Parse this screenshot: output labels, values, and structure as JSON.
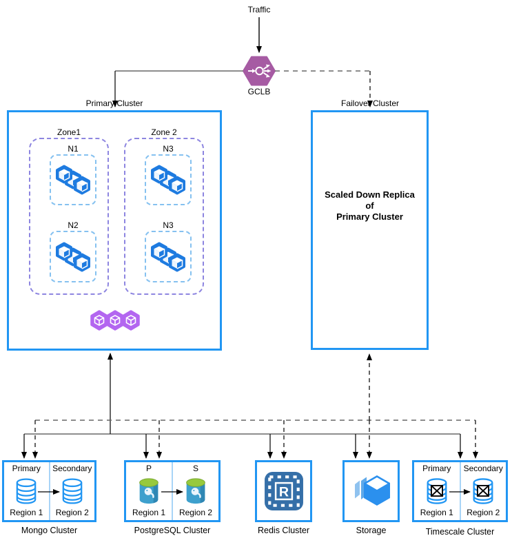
{
  "top": {
    "traffic_label": "Traffic",
    "gclb_label": "GCLB"
  },
  "primary_cluster": {
    "label": "Primary Cluster",
    "zones": [
      {
        "label": "Zone1",
        "nodes": [
          "N1",
          "N2"
        ]
      },
      {
        "label": "Zone 2",
        "nodes": [
          "N3",
          "N3"
        ]
      }
    ]
  },
  "failover_cluster": {
    "label": "Failover Cluster",
    "body": "Scaled Down Replica\nof\nPrimary Cluster"
  },
  "databases": {
    "mongo": {
      "title": "Mongo Cluster",
      "left_role": "Primary",
      "right_role": "Secondary",
      "left_region": "Region 1",
      "right_region": "Region 2"
    },
    "postgres": {
      "title": "PostgreSQL Cluster",
      "left_role": "P",
      "right_role": "S",
      "left_region": "Region 1",
      "right_region": "Region 2"
    },
    "redis": {
      "title": "Redis Cluster",
      "letter": "R"
    },
    "storage": {
      "title": "Storage"
    },
    "timescale": {
      "title": "Timescale Cluster",
      "left_role": "Primary",
      "right_role": "Secondary",
      "left_region": "Region 1",
      "right_region": "Region 2"
    }
  },
  "colors": {
    "cluster-border": "#2196F3",
    "divider": "#A8D4F7",
    "zone-dash": "#8D85E0",
    "node-dash": "#85C1F0",
    "gke-blue": "#1E7BE0",
    "pod-purple": "#B366F0",
    "gclb-purple": "#A65BA3",
    "redis-blue": "#356FA8",
    "storage-blue": "#2B90EE",
    "pg-body": "#3EA0CD",
    "pg-top": "#97C93D",
    "db-blue": "#2196F3",
    "line-gray": "#666666"
  }
}
